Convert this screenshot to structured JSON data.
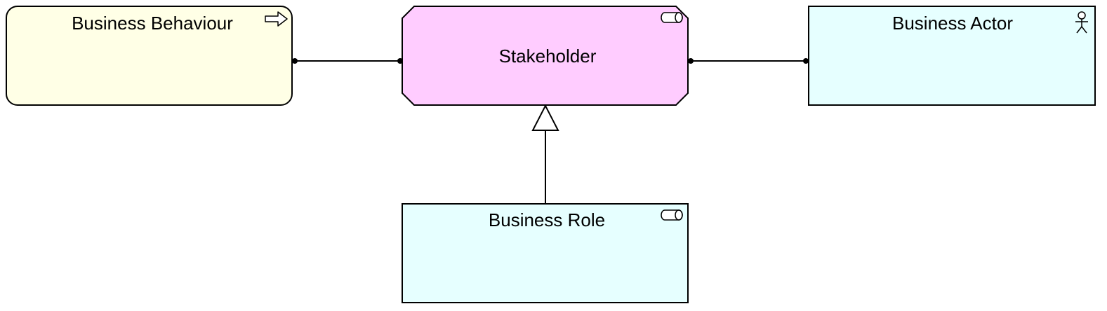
{
  "diagram": {
    "nodes": {
      "business_behaviour": {
        "label": "Business Behaviour",
        "fill": "#ffffe6",
        "icon": "process-arrow-icon"
      },
      "stakeholder": {
        "label": "Stakeholder",
        "fill": "#ffccff",
        "icon": "role-cylinder-icon"
      },
      "business_actor": {
        "label": "Business Actor",
        "fill": "#e6ffff",
        "icon": "actor-stick-figure-icon"
      },
      "business_role": {
        "label": "Business Role",
        "fill": "#e6ffff",
        "icon": "role-cylinder-icon"
      }
    },
    "connections": [
      {
        "from": "Business Behaviour",
        "to": "Stakeholder",
        "type": "association"
      },
      {
        "from": "Stakeholder",
        "to": "Business Actor",
        "type": "association"
      },
      {
        "from": "Business Role",
        "to": "Stakeholder",
        "type": "specialization"
      }
    ],
    "stroke_color": "#000000"
  }
}
